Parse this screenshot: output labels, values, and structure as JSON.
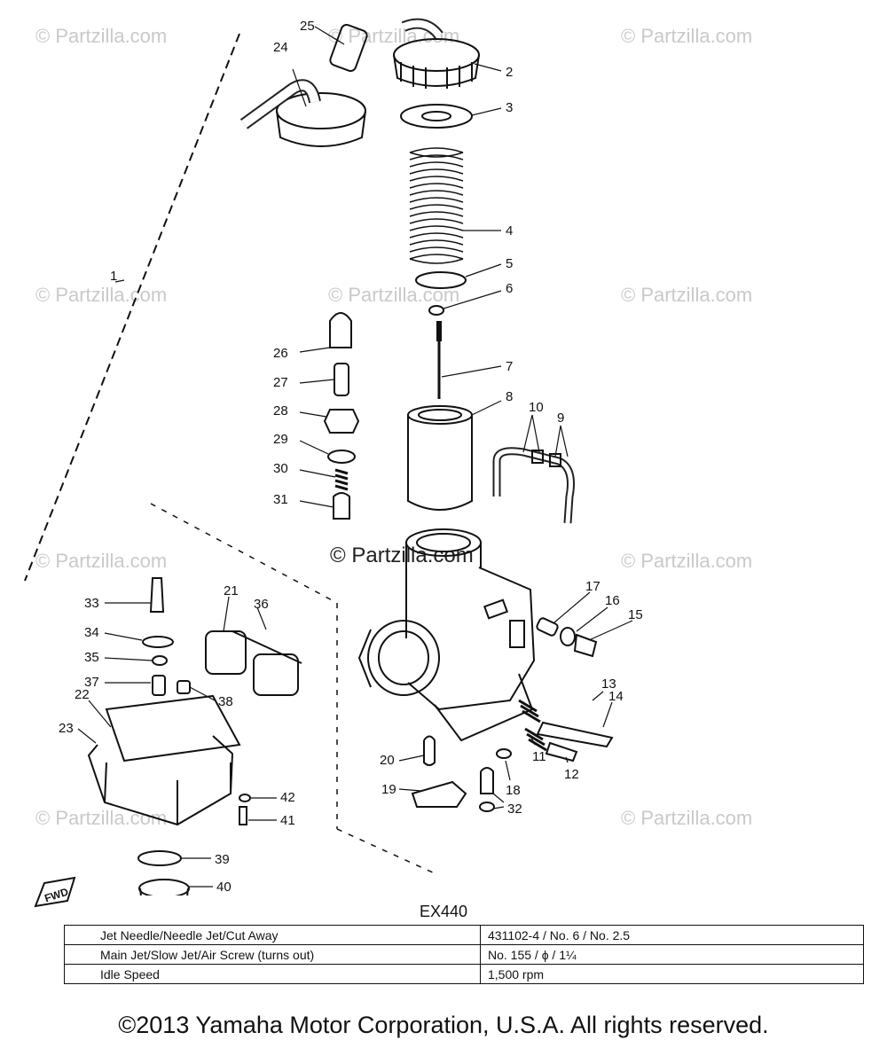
{
  "watermarks": [
    "© Partzilla.com",
    "© Partzilla.com",
    "© Partzilla.com",
    "© Partzilla.com",
    "© Partzilla.com",
    "© Partzilla.com",
    "© Partzilla.com",
    "© Partzilla.com",
    "© Partzilla.com",
    "© Partzilla.com"
  ],
  "watermark_center": "© Partzilla.com",
  "callouts": [
    "1",
    "2",
    "3",
    "4",
    "5",
    "6",
    "7",
    "8",
    "9",
    "10",
    "11",
    "12",
    "13",
    "14",
    "15",
    "16",
    "17",
    "18",
    "19",
    "20",
    "21",
    "22",
    "23",
    "24",
    "25",
    "26",
    "27",
    "28",
    "29",
    "30",
    "31",
    "32",
    "33",
    "34",
    "35",
    "36",
    "37",
    "38",
    "39",
    "40",
    "41",
    "42"
  ],
  "fwd_label": "FWD",
  "model": "EX440",
  "spec_table": {
    "rows": [
      {
        "label": "Jet Needle/Needle Jet/Cut Away",
        "value": "431102-4  /  No. 6  /  No. 2.5"
      },
      {
        "label": "Main Jet/Slow Jet/Air Screw (turns out)",
        "value": "No. 155  /  ϕ  /  1¼"
      },
      {
        "label": "Idle Speed",
        "value": "1,500 rpm"
      }
    ]
  },
  "copyright": "©2013 Yamaha Motor Corporation, U.S.A. All rights reserved."
}
